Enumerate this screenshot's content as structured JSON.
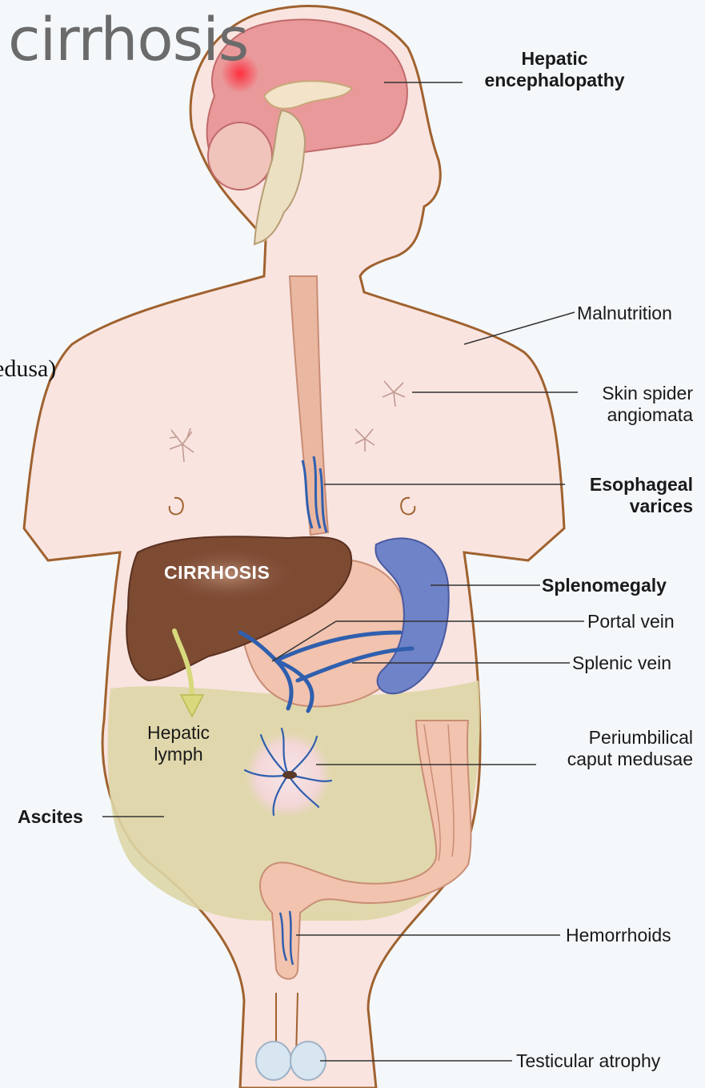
{
  "title": "cirrhosis",
  "side_text": "edusa)",
  "organ_label": "CIRRHOSIS",
  "labels": {
    "hepatic_encephalopathy_1": "Hepatic",
    "hepatic_encephalopathy_2": "encephalopathy",
    "malnutrition": "Malnutrition",
    "skin_spider_1": "Skin spider",
    "skin_spider_2": "angiomata",
    "esophageal_1": "Esophageal",
    "esophageal_2": "varices",
    "splenomegaly": "Splenomegaly",
    "portal_vein": "Portal vein",
    "splenic_vein": "Splenic vein",
    "periumbilical_1": "Periumbilical",
    "periumbilical_2": "caput medusae",
    "hepatic_lymph_1": "Hepatic",
    "hepatic_lymph_2": "lymph",
    "ascites": "Ascites",
    "hemorrhoids": "Hemorrhoids",
    "testicular_atrophy": "Testicular atrophy"
  },
  "colors": {
    "background": "#f4f8fb",
    "skin": "#f9e4e0",
    "outline": "#a0622f",
    "liver": "#7d4a32",
    "spleen": "#6f83c8",
    "veins": "#2f5fae",
    "ascites": "#ddd6a6",
    "brain": "#e9999a",
    "esophagus": "#eab7a1",
    "lymph_arrow": "#d7d97c"
  }
}
